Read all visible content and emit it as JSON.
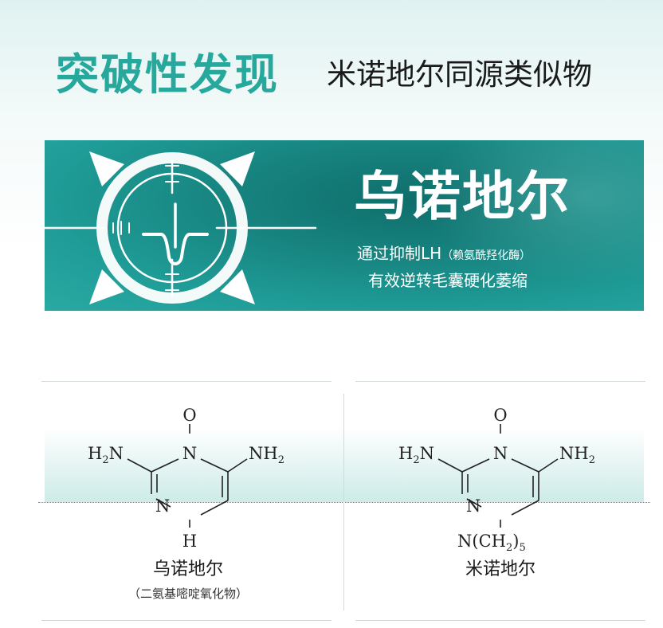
{
  "header": {
    "title_main": "突破性发现",
    "title_sub": "米诺地尔同源类似物"
  },
  "banner": {
    "product_name": "乌诺地尔",
    "line1_main": "通过抑制LH",
    "line1_note": "（赖氨酰羟化酶）",
    "line2": "有效逆转毛囊硬化萎缩",
    "icon": "crosshair-hair-follicle-icon"
  },
  "compare": {
    "left": {
      "name": "乌诺地尔",
      "note": "（二氨基嘧啶氧化物）",
      "structure": {
        "top": "O",
        "amine_left": "H",
        "amine_left_sub": "2",
        "amine_left_tail": "N",
        "ring_n1": "N",
        "amine_right": "NH",
        "amine_right_sub": "2",
        "ring_n3": "N",
        "substituent": "H"
      }
    },
    "right": {
      "name": "米诺地尔",
      "structure": {
        "top": "O",
        "amine_left": "H",
        "amine_left_sub": "2",
        "amine_left_tail": "N",
        "ring_n1": "N",
        "amine_right": "NH",
        "amine_right_sub": "2",
        "ring_n3": "N",
        "substituent_a": "N(CH",
        "substituent_sub_a": "2",
        "substituent_b": ")",
        "substituent_sub_b": "5"
      }
    }
  },
  "colors": {
    "accent": "#27a89c",
    "banner": "#17837f",
    "text": "#1a1a1a"
  }
}
